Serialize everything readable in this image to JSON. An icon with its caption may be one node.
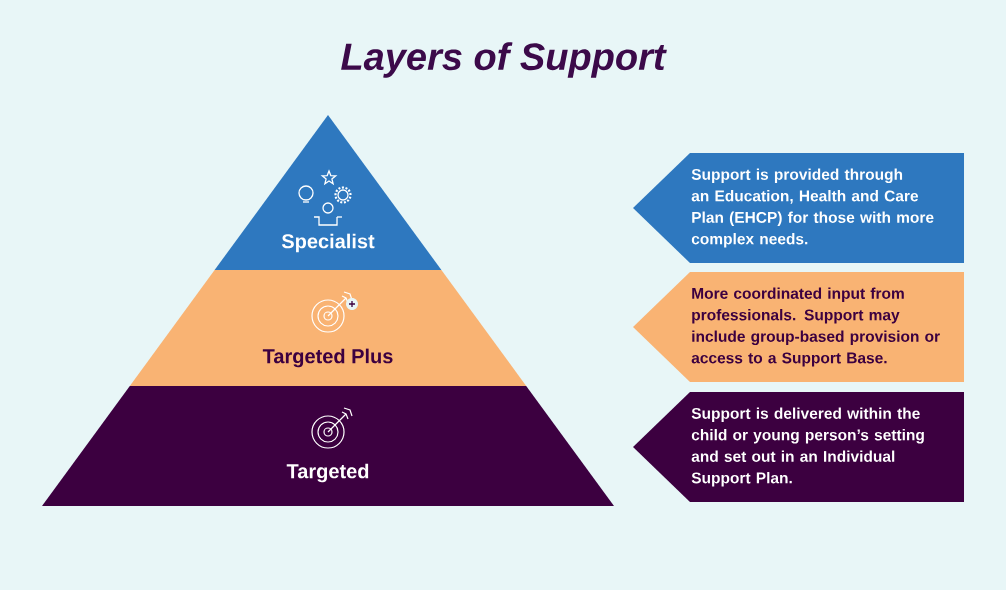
{
  "diagram": {
    "title": "Layers of Support",
    "nodes": [
      {
        "text": [
          "Specialist"
        ]
      },
      {
        "text": [
          "Targeted Plus"
        ]
      },
      {
        "text": [
          "Targeted"
        ]
      },
      {
        "text": [
          "Support is provided through an Education, Health and Care Plan (EHCP) for those with more complex needs."
        ]
      },
      {
        "text": [
          "More coordinated input from professionals. Support may include group-based provision or access to a Support Base."
        ]
      },
      {
        "text": [
          "Support is delivered within the child or young person’s setting and set out in an Individual Support Plan."
        ]
      }
    ]
  }
}
